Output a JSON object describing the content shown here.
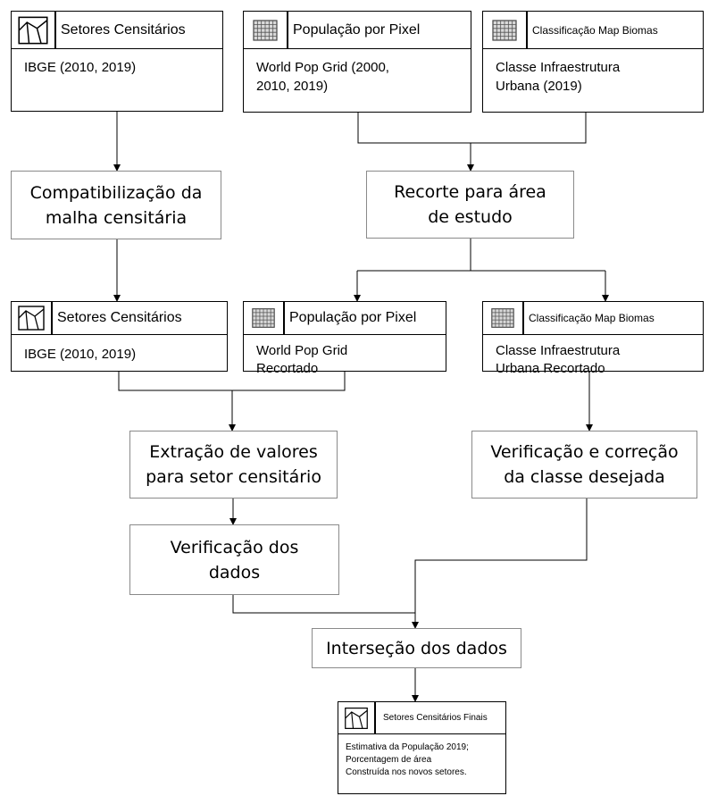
{
  "sources": {
    "setores": {
      "header": "Setores Censitários",
      "body": "IBGE  (2010, 2019)",
      "icon": "polygon-map-icon"
    },
    "populacao": {
      "header": "População  por Pixel",
      "body": "World Pop  Grid (2000,\n2010, 2019)",
      "icon": "raster-grid-icon"
    },
    "mapbiomas": {
      "header": "Classificação Map Biomas",
      "body": "Classe Infraestrutura\nUrbana (2019)",
      "icon": "raster-grid-icon"
    }
  },
  "steps": {
    "compatibilizacao": "Compatibilização da\nmalha censitária",
    "recorte": "Recorte para área\nde estudo",
    "extracao": "Extração de valores\npara setor censitário",
    "verificacao_correcao": "Verificação e correção\nda classe desejada",
    "verificacao_dados": "Verificação dos\ndados",
    "intersecao": "Interseção dos dados"
  },
  "outputs": {
    "setores": {
      "header": "Setores Censitários",
      "body": "IBGE  (2010, 2019)",
      "icon": "polygon-map-icon"
    },
    "populacao": {
      "header": "População  por Pixel",
      "body": "World Pop  Grid\nRecortado",
      "icon": "raster-grid-icon"
    },
    "mapbiomas": {
      "header": "Classificação Map Biomas",
      "body": "Classe Infraestrutura\nUrbana Recortado",
      "icon": "raster-grid-icon"
    }
  },
  "final": {
    "header": "Setores  Censitários  Finais",
    "body": "Estimativa da População  2019;\nPorcentagem  de área\nConstruída  nos  novos setores.",
    "icon": "polygon-map-icon"
  },
  "colors": {
    "line": "#000000",
    "box_border": "#000000",
    "process_border": "#8a8a8a",
    "background": "#ffffff"
  }
}
